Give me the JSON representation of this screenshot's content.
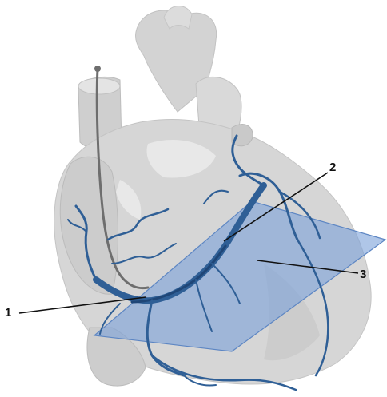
{
  "diagram": {
    "callouts": [
      {
        "id": "1",
        "label": "1"
      },
      {
        "id": "2",
        "label": "2"
      },
      {
        "id": "3",
        "label": "3"
      }
    ]
  },
  "colors": {
    "heart_fill": "#d6d6d6",
    "heart_shadow": "#bdbdbd",
    "heart_highlight": "#ececec",
    "vessel": "#2f5f96",
    "vessel_dark": "#1f4677",
    "plane_fill": "#7aa0d8",
    "plane_edge": "#5d86c3",
    "catheter": "#6e6e6e",
    "leader": "#111111"
  }
}
